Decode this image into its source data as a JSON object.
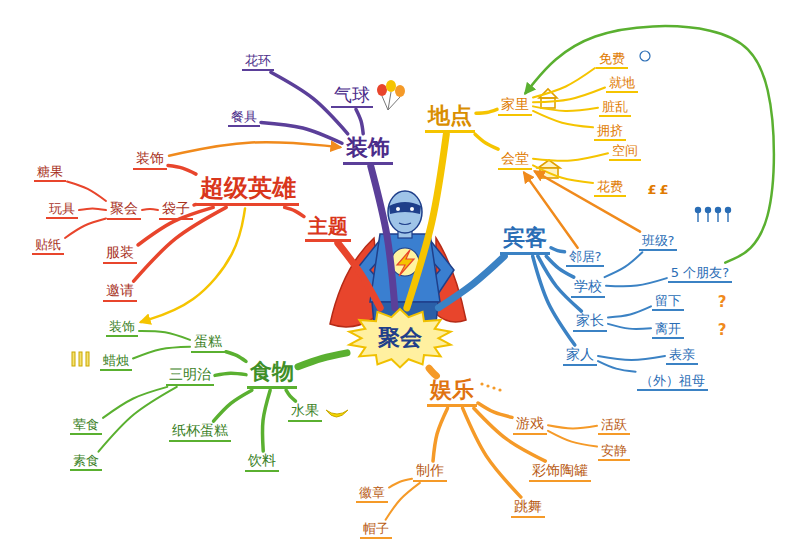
{
  "diagram": {
    "nodes": [
      {
        "text": [
          "聚会"
        ]
      },
      {
        "text": [
          "主题"
        ]
      },
      {
        "text": [
          "超级英雄"
        ]
      },
      {
        "text": [
          "装饰"
        ]
      },
      {
        "text": [
          "袋子"
        ]
      },
      {
        "text": [
          "聚会"
        ]
      },
      {
        "text": [
          "糖果"
        ]
      },
      {
        "text": [
          "玩具"
        ]
      },
      {
        "text": [
          "贴纸"
        ]
      },
      {
        "text": [
          "服装"
        ]
      },
      {
        "text": [
          "邀请"
        ]
      },
      {
        "text": [
          "装饰"
        ]
      },
      {
        "text": [
          "气球"
        ]
      },
      {
        "text": [
          "花环"
        ]
      },
      {
        "text": [
          "餐具"
        ]
      },
      {
        "text": [
          "地点"
        ]
      },
      {
        "text": [
          "家里"
        ]
      },
      {
        "text": [
          "免费"
        ]
      },
      {
        "text": [
          "就地"
        ]
      },
      {
        "text": [
          "脏乱"
        ]
      },
      {
        "text": [
          "拥挤"
        ]
      },
      {
        "text": [
          "会堂"
        ]
      },
      {
        "text": [
          "空间"
        ]
      },
      {
        "text": [
          "花费"
        ]
      },
      {
        "text": [
          "宾客"
        ]
      },
      {
        "text": [
          "邻居?"
        ]
      },
      {
        "text": [
          "学校"
        ]
      },
      {
        "text": [
          "班级?"
        ]
      },
      {
        "text": [
          "5 个朋友?"
        ]
      },
      {
        "text": [
          "家长"
        ]
      },
      {
        "text": [
          "留下"
        ]
      },
      {
        "text": [
          "离开"
        ]
      },
      {
        "text": [
          "家人"
        ]
      },
      {
        "text": [
          "表亲"
        ]
      },
      {
        "text": [
          "（外）祖母"
        ]
      },
      {
        "text": [
          "娱乐"
        ]
      },
      {
        "text": [
          "游戏"
        ]
      },
      {
        "text": [
          "活跃"
        ]
      },
      {
        "text": [
          "安静"
        ]
      },
      {
        "text": [
          "彩饰陶罐"
        ]
      },
      {
        "text": [
          "跳舞"
        ]
      },
      {
        "text": [
          "制作"
        ]
      },
      {
        "text": [
          "徽章"
        ]
      },
      {
        "text": [
          "帽子"
        ]
      },
      {
        "text": [
          "食物"
        ]
      },
      {
        "text": [
          "蛋糕"
        ]
      },
      {
        "text": [
          "装饰"
        ]
      },
      {
        "text": [
          "蜡烛"
        ]
      },
      {
        "text": [
          "三明治"
        ]
      },
      {
        "text": [
          "荤食"
        ]
      },
      {
        "text": [
          "素食"
        ]
      },
      {
        "text": [
          "纸杯蛋糕"
        ]
      },
      {
        "text": [
          "水果"
        ]
      },
      {
        "text": [
          "饮料"
        ]
      }
    ],
    "edges": [
      {
        "from": 0,
        "to": 1,
        "arrow": "none"
      },
      {
        "from": 1,
        "to": 2,
        "arrow": "none"
      },
      {
        "from": 2,
        "to": 3,
        "arrow": "none"
      },
      {
        "from": 2,
        "to": 4,
        "arrow": "none"
      },
      {
        "from": 4,
        "to": 5,
        "arrow": "none"
      },
      {
        "from": 5,
        "to": 6,
        "arrow": "none"
      },
      {
        "from": 5,
        "to": 7,
        "arrow": "none"
      },
      {
        "from": 5,
        "to": 8,
        "arrow": "none"
      },
      {
        "from": 2,
        "to": 9,
        "arrow": "none"
      },
      {
        "from": 2,
        "to": 10,
        "arrow": "none"
      },
      {
        "from": 0,
        "to": 11,
        "arrow": "none"
      },
      {
        "from": 11,
        "to": 12,
        "arrow": "none"
      },
      {
        "from": 11,
        "to": 13,
        "arrow": "none"
      },
      {
        "from": 11,
        "to": 14,
        "arrow": "none"
      },
      {
        "from": 0,
        "to": 15,
        "arrow": "none"
      },
      {
        "from": 15,
        "to": 16,
        "arrow": "none"
      },
      {
        "from": 16,
        "to": 17,
        "arrow": "none"
      },
      {
        "from": 16,
        "to": 18,
        "arrow": "none"
      },
      {
        "from": 16,
        "to": 19,
        "arrow": "none"
      },
      {
        "from": 16,
        "to": 20,
        "arrow": "none"
      },
      {
        "from": 15,
        "to": 21,
        "arrow": "none"
      },
      {
        "from": 21,
        "to": 22,
        "arrow": "none"
      },
      {
        "from": 21,
        "to": 23,
        "arrow": "none"
      },
      {
        "from": 0,
        "to": 24,
        "arrow": "none"
      },
      {
        "from": 24,
        "to": 25,
        "arrow": "none"
      },
      {
        "from": 24,
        "to": 26,
        "arrow": "none"
      },
      {
        "from": 26,
        "to": 27,
        "arrow": "none"
      },
      {
        "from": 26,
        "to": 28,
        "arrow": "none"
      },
      {
        "from": 24,
        "to": 29,
        "arrow": "none"
      },
      {
        "from": 29,
        "to": 30,
        "arrow": "none"
      },
      {
        "from": 29,
        "to": 31,
        "arrow": "none"
      },
      {
        "from": 24,
        "to": 32,
        "arrow": "none"
      },
      {
        "from": 32,
        "to": 33,
        "arrow": "none"
      },
      {
        "from": 32,
        "to": 34,
        "arrow": "none"
      },
      {
        "from": 0,
        "to": 35,
        "arrow": "none"
      },
      {
        "from": 35,
        "to": 36,
        "arrow": "none"
      },
      {
        "from": 36,
        "to": 37,
        "arrow": "none"
      },
      {
        "from": 36,
        "to": 38,
        "arrow": "none"
      },
      {
        "from": 35,
        "to": 39,
        "arrow": "none"
      },
      {
        "from": 35,
        "to": 40,
        "arrow": "none"
      },
      {
        "from": 35,
        "to": 41,
        "arrow": "none"
      },
      {
        "from": 41,
        "to": 42,
        "arrow": "none"
      },
      {
        "from": 41,
        "to": 43,
        "arrow": "none"
      },
      {
        "from": 0,
        "to": 44,
        "arrow": "none"
      },
      {
        "from": 44,
        "to": 45,
        "arrow": "none"
      },
      {
        "from": 45,
        "to": 46,
        "arrow": "none"
      },
      {
        "from": 45,
        "to": 47,
        "arrow": "none"
      },
      {
        "from": 44,
        "to": 48,
        "arrow": "none"
      },
      {
        "from": 48,
        "to": 49,
        "arrow": "none"
      },
      {
        "from": 48,
        "to": 50,
        "arrow": "none"
      },
      {
        "from": 44,
        "to": 51,
        "arrow": "none"
      },
      {
        "from": 44,
        "to": 52,
        "arrow": "none"
      },
      {
        "from": 44,
        "to": 53,
        "arrow": "none"
      },
      {
        "from": 3,
        "to": 11,
        "arrow": "to"
      },
      {
        "from": 2,
        "to": 46,
        "arrow": "to"
      },
      {
        "from": 25,
        "to": 21,
        "arrow": "to"
      },
      {
        "from": 27,
        "to": 21,
        "arrow": "to"
      },
      {
        "from": 28,
        "to": 16,
        "arrow": "to"
      }
    ],
    "labels": [
      "?",
      "?",
      "£",
      "£"
    ]
  }
}
